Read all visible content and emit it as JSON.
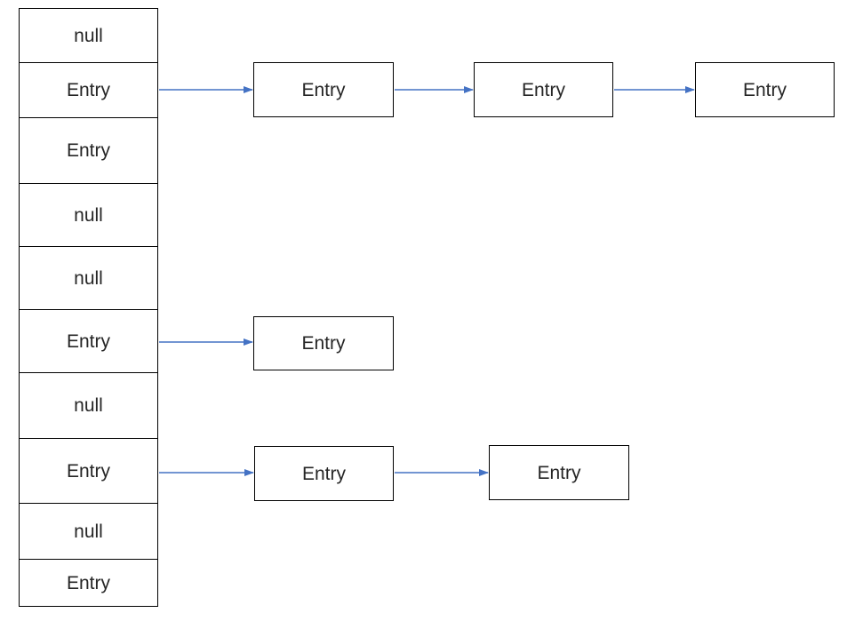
{
  "diagram": {
    "kind": "hash-table-buckets-with-entry-chains",
    "arrow_color": "#4472C4",
    "box_border_color": "#000000",
    "text_color": "#262626",
    "background_color": "#ffffff",
    "buckets": [
      {
        "label": "null"
      },
      {
        "label": "Entry"
      },
      {
        "label": "Entry"
      },
      {
        "label": "null"
      },
      {
        "label": "null"
      },
      {
        "label": "Entry"
      },
      {
        "label": "null"
      },
      {
        "label": "Entry"
      },
      {
        "label": "null"
      },
      {
        "label": "Entry"
      }
    ],
    "chains": [
      {
        "from_bucket_index": 1,
        "nodes": [
          "Entry",
          "Entry",
          "Entry"
        ]
      },
      {
        "from_bucket_index": 5,
        "nodes": [
          "Entry"
        ]
      },
      {
        "from_bucket_index": 7,
        "nodes": [
          "Entry",
          "Entry"
        ]
      }
    ]
  }
}
